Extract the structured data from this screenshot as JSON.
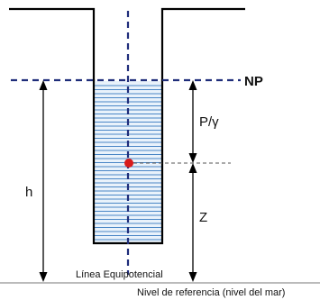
{
  "labels": {
    "np": "NP",
    "pressure_head": "P/γ",
    "total_height": "h",
    "elevation": "Z",
    "equipotential": "Línea Equipotencial",
    "reference": "Nivel de referencia (nivel del mar)"
  },
  "colors": {
    "wall": "#000000",
    "dashed_axis": "#1f2d7a",
    "water_lines": "#4a86c6",
    "point": "#d81b1b",
    "thin_dashed": "#555555"
  }
}
